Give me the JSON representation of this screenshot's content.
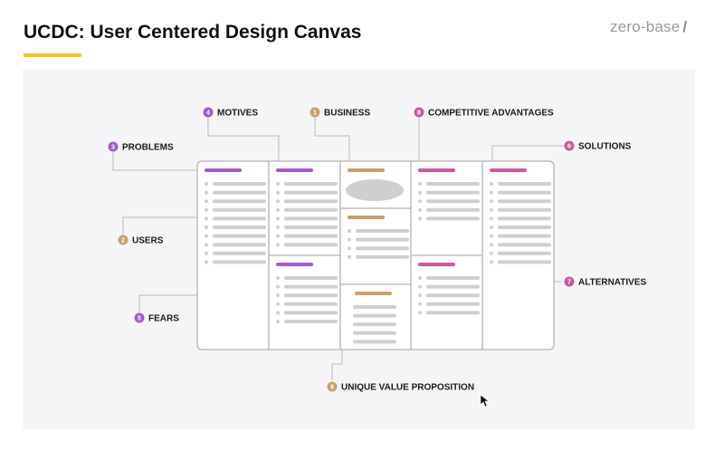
{
  "header": {
    "title": "UCDC: User Centered Design Canvas",
    "brand": "zero-base",
    "brand_slash": "/"
  },
  "colors": {
    "accent_yellow": "#f3c318",
    "purple": "#a45bc8",
    "gold": "#c8a268",
    "pink": "#c65b9c",
    "placeholder_gray": "#cfcfcf",
    "panel_bg": "#f5f5f7"
  },
  "labels": [
    {
      "id": "motives",
      "number": "4",
      "text": "MOTIVES",
      "color": "purple"
    },
    {
      "id": "business",
      "number": "1",
      "text": "BUSINESS",
      "color": "gold"
    },
    {
      "id": "competitive",
      "number": "8",
      "text": "COMPETITIVE ADVANTAGES",
      "color": "pink"
    },
    {
      "id": "problems",
      "number": "3",
      "text": "PROBLEMS",
      "color": "purple"
    },
    {
      "id": "solutions",
      "number": "6",
      "text": "SOLUTIONS",
      "color": "pink"
    },
    {
      "id": "users",
      "number": "2",
      "text": "USERS",
      "color": "gold"
    },
    {
      "id": "alternatives",
      "number": "7",
      "text": "ALTERNATIVES",
      "color": "pink"
    },
    {
      "id": "fears",
      "number": "5",
      "text": "FEARS",
      "color": "purple"
    },
    {
      "id": "uvp",
      "number": "9",
      "text": "UNIQUE VALUE PROPOSITION",
      "color": "gold"
    }
  ]
}
